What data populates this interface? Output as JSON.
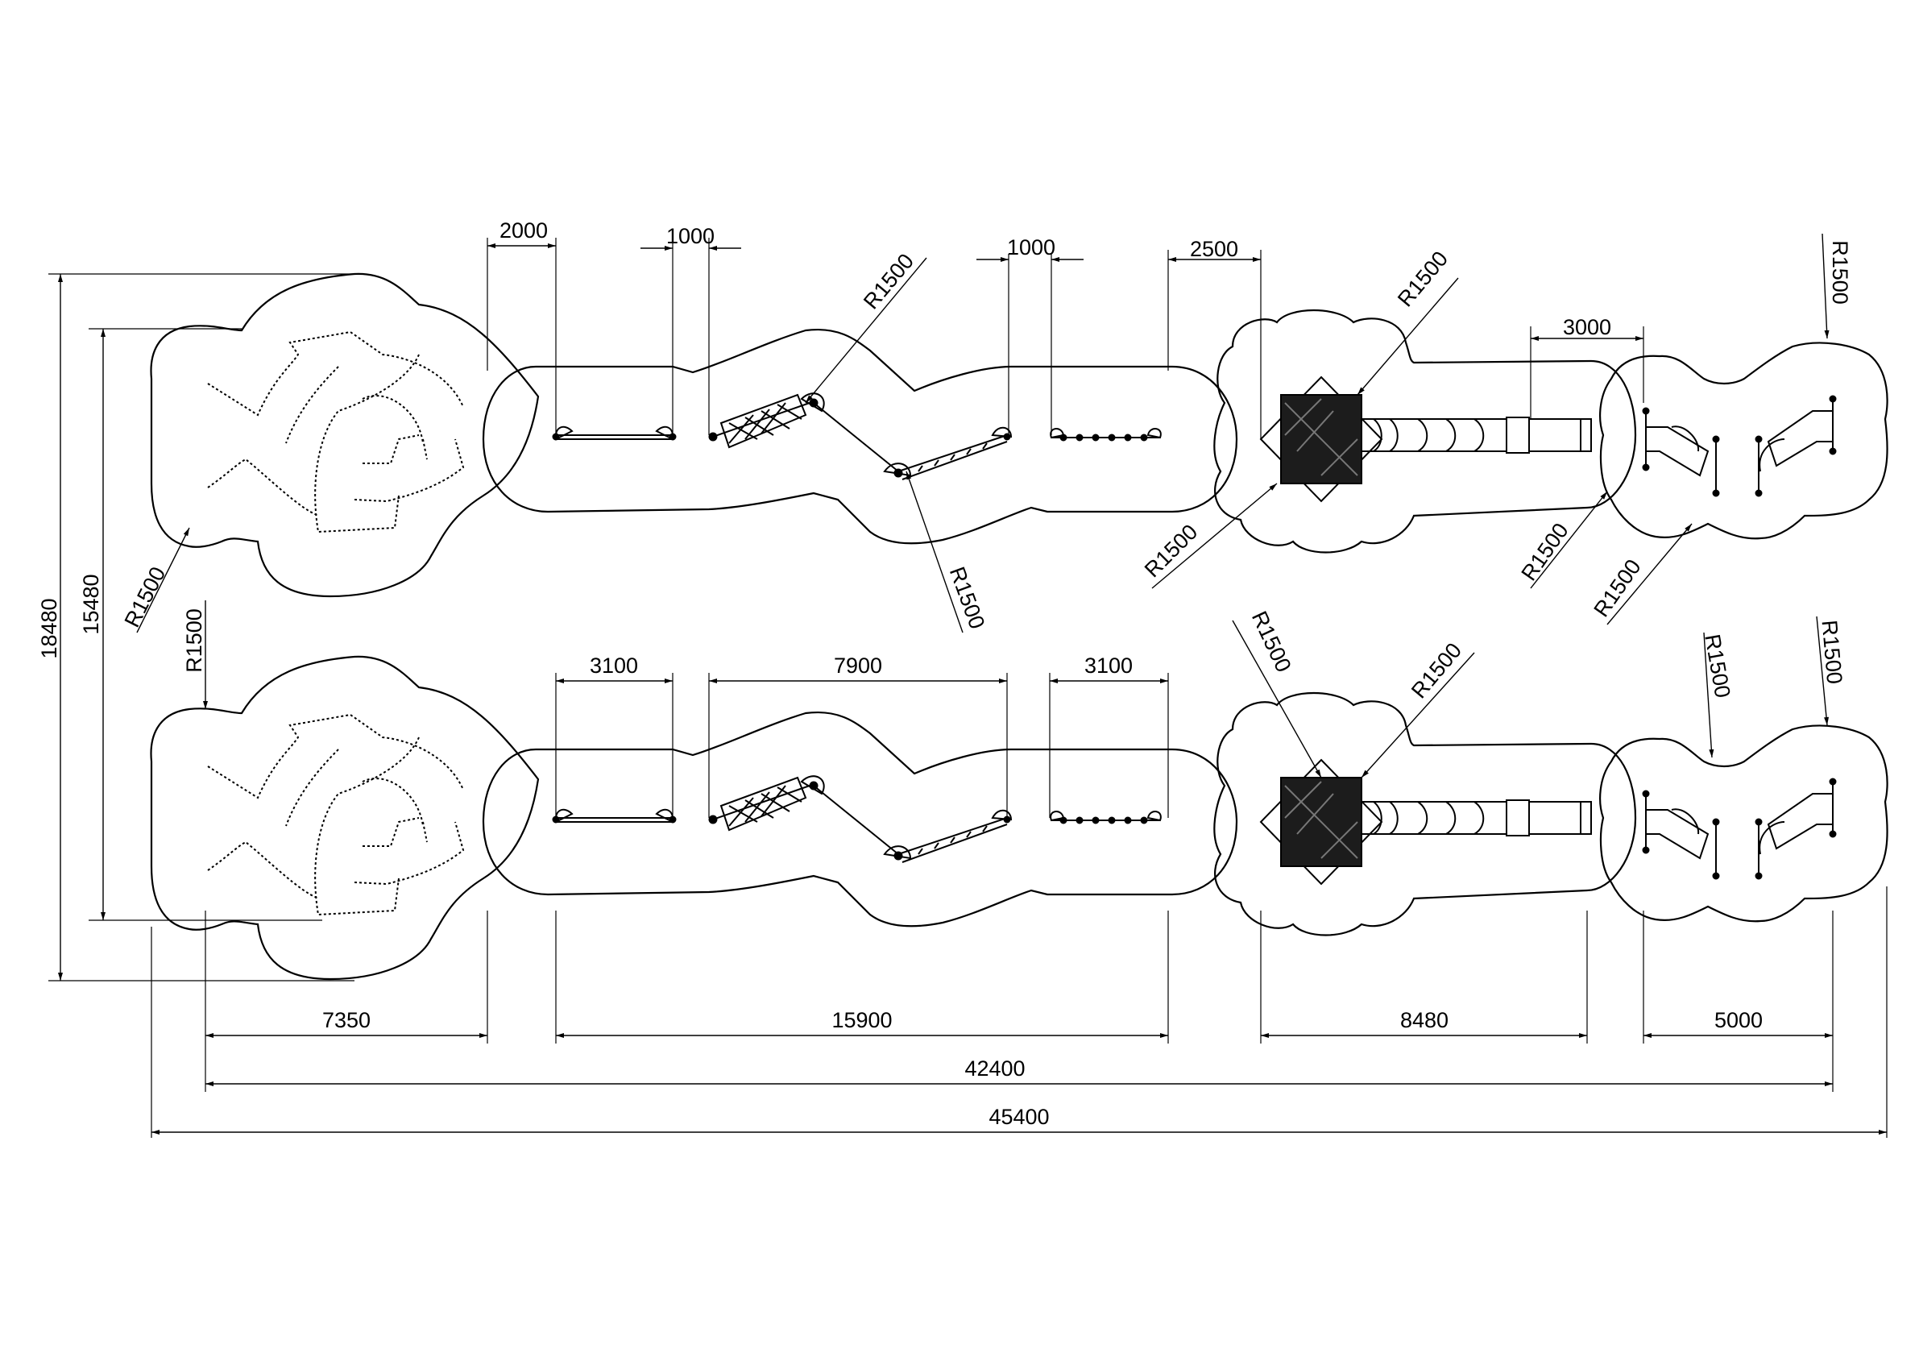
{
  "drawing": {
    "type": "playground-equipment-layout-plan",
    "overall_dimensions": {
      "total_length": "45400",
      "equipment_length": "42400",
      "total_height": "18480",
      "equipment_height": "15480"
    },
    "segment_dimensions": {
      "rope_zone": "7350",
      "balance_course": "15900",
      "tower_slide": "8480",
      "spinners": "5000"
    },
    "top_row_dimensions": {
      "gap_a": "2000",
      "gap_b": "1000",
      "gap_c": "1000",
      "gap_d": "2500",
      "gap_e": "3000"
    },
    "bottom_row_dimensions": {
      "span_a": "3100",
      "span_b": "7900",
      "span_c": "3100"
    },
    "radius_label": "R1500"
  }
}
